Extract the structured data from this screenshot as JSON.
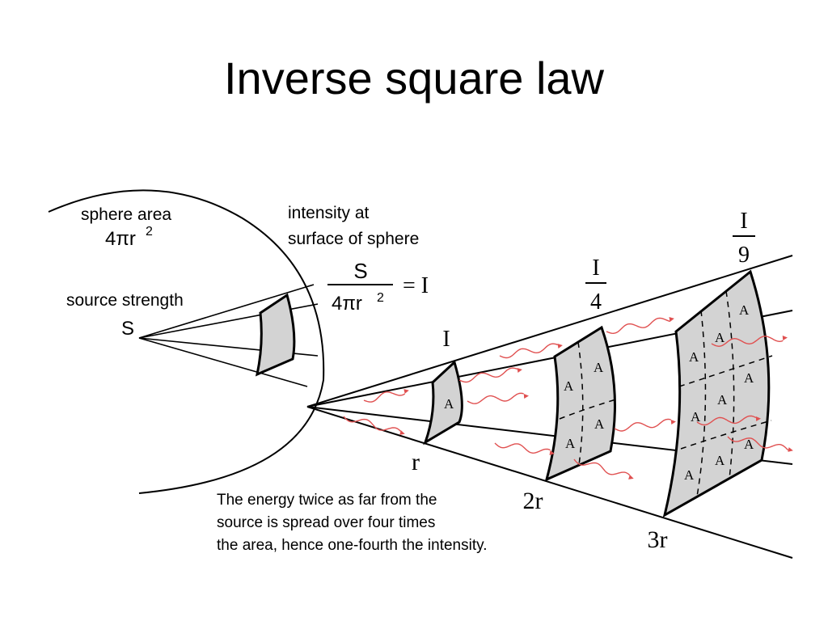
{
  "title": "Inverse square law",
  "labels": {
    "sphere_area": "sphere area",
    "sphere_area_formula": "4πr",
    "sphere_area_exp": "2",
    "source_strength": "source strength",
    "source_symbol": "S",
    "intensity_line1": "intensity at",
    "intensity_line2": "surface of sphere",
    "fraction_numerator": "S",
    "fraction_denominator": "4πr",
    "fraction_denominator_exp": "2",
    "equals_i": "= I",
    "intensity_1": "I",
    "intensity_2_num": "I",
    "intensity_2_den": "4",
    "intensity_3_num": "I",
    "intensity_3_den": "9",
    "distance_1": "r",
    "distance_2": "2r",
    "distance_3": "3r",
    "area_unit": "A",
    "caption_line1": "The energy twice as far from the",
    "caption_line2": "source is spread over four times",
    "caption_line3": "the area, hence one-fourth the intensity."
  },
  "colors": {
    "line": "#000000",
    "patch_fill": "#d3d3d3",
    "wave": "#e05050"
  }
}
